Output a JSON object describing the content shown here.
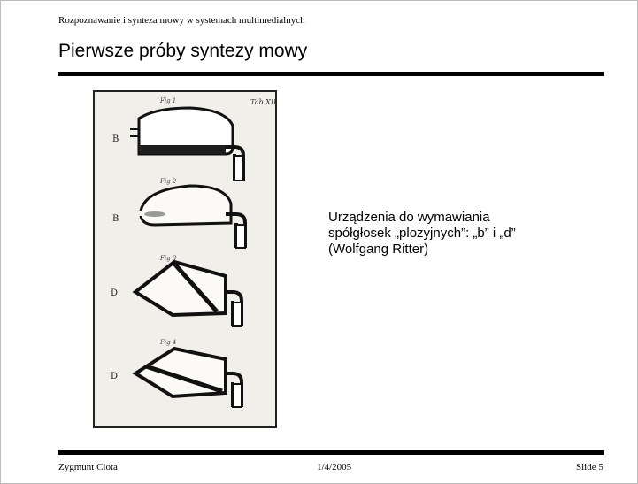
{
  "header": {
    "subtitle": "Rozpoznawanie i synteza mowy w systemach multimedialnych",
    "title": "Pierwsze próby syntezy mowy"
  },
  "figure": {
    "plate_label": "Tab XII",
    "figures": [
      {
        "fig_label": "Fig 1",
        "letter": "B"
      },
      {
        "fig_label": "Fig 2",
        "letter": "B"
      },
      {
        "fig_label": "Fig 3",
        "letter": "D"
      },
      {
        "fig_label": "Fig 4",
        "letter": "D"
      }
    ]
  },
  "caption": {
    "line1": "Urządzenia do wymawiania",
    "line2": "spółgłosek „plozyjnych”: „b” i „d”",
    "line3": "(Wolfgang Ritter)"
  },
  "footer": {
    "author": "Zygmunt Ciota",
    "date": "1/4/2005",
    "slide": "Slide  5"
  }
}
